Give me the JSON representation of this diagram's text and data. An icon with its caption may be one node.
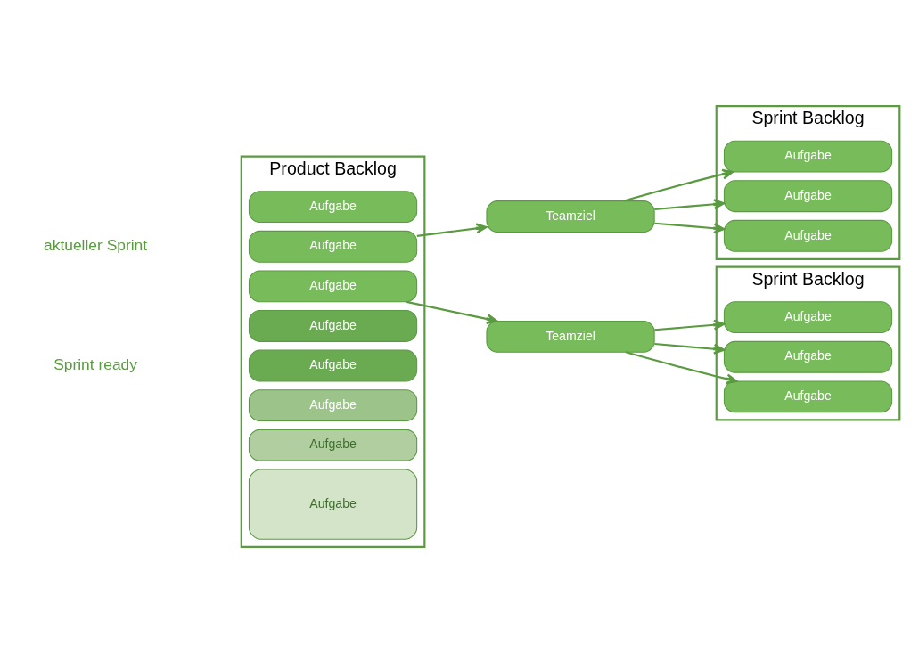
{
  "diagram": {
    "nodes": [
      {
        "text": [
          "Product Backlog"
        ]
      },
      {
        "text": [
          "Aufgabe"
        ],
        "in": 0
      },
      {
        "text": [
          "Aufgabe"
        ],
        "in": 0
      },
      {
        "text": [
          "Aufgabe"
        ],
        "in": 0
      },
      {
        "text": [
          "Aufgabe"
        ],
        "in": 0
      },
      {
        "text": [
          "Aufgabe"
        ],
        "in": 0
      },
      {
        "text": [
          "Aufgabe"
        ],
        "in": 0
      },
      {
        "text": [
          "Aufgabe"
        ],
        "in": 0
      },
      {
        "text": [
          "Aufgabe"
        ],
        "in": 0
      },
      {
        "text": [
          "Teamziel"
        ]
      },
      {
        "text": [
          "Sprint Backlog"
        ]
      },
      {
        "text": [
          "Aufgabe"
        ],
        "in": 10
      },
      {
        "text": [
          "Aufgabe"
        ],
        "in": 10
      },
      {
        "text": [
          "Aufgabe"
        ],
        "in": 10
      },
      {
        "text": [
          "Teamziel"
        ]
      },
      {
        "text": [
          "Sprint Backlog"
        ]
      },
      {
        "text": [
          "Aufgabe"
        ],
        "in": 15
      },
      {
        "text": [
          "Aufgabe"
        ],
        "in": 15
      },
      {
        "text": [
          "Aufgabe"
        ],
        "in": 15
      }
    ],
    "edges": [
      {
        "from": 2,
        "to": 9,
        "arrow": "to"
      },
      {
        "from": 3,
        "to": 14,
        "arrow": "to"
      },
      {
        "from": 9,
        "to": 11,
        "arrow": "to"
      },
      {
        "from": 9,
        "to": 12,
        "arrow": "to"
      },
      {
        "from": 9,
        "to": 13,
        "arrow": "to"
      },
      {
        "from": 14,
        "to": 16,
        "arrow": "to"
      },
      {
        "from": 14,
        "to": 17,
        "arrow": "to"
      },
      {
        "from": 14,
        "to": 18,
        "arrow": "to"
      }
    ],
    "labels": [
      "aktueller Sprint",
      "Sprint ready"
    ]
  }
}
